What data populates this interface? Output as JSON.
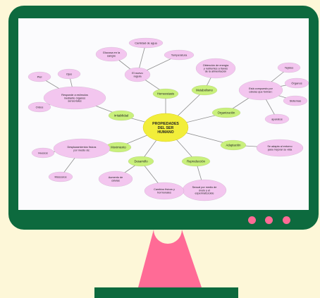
{
  "diagram": {
    "center": {
      "lines": [
        "PROPIEDADES",
        "DEL SER",
        "HUMANO"
      ]
    },
    "nodes": {
      "homeostasis": [
        "Homeostasis"
      ],
      "metabolismo": [
        "Metabolismo"
      ],
      "organizacion": [
        "Organización"
      ],
      "adaptacion": [
        "Adaptación"
      ],
      "reproduccion": [
        "Reproducción"
      ],
      "desarrollo": [
        "Desarrollo"
      ],
      "movimiento": [
        "Movimiento"
      ],
      "irritabilidad": [
        "Irritabilidad"
      ],
      "el_nuevo_regula": [
        "El nuevo",
        "regula"
      ],
      "cantidad_agua": [
        "Cantidad de agua"
      ],
      "glucosa": [
        "Glucosa en la",
        "sangre"
      ],
      "temperatura": [
        "Temperatura"
      ],
      "obtencion": [
        "Obtención de energía",
        "y nutrientes a través",
        "de la alimentación"
      ],
      "compuesto": [
        "Está compuesto por",
        "células que forman:"
      ],
      "tejidos": [
        "Tejidos"
      ],
      "organos": [
        "Órganos"
      ],
      "sistemas": [
        "Sistemas"
      ],
      "aparatos": [
        "aparatos"
      ],
      "adapta": [
        "Se adapta al entorno",
        "para mejorar su vida"
      ],
      "sexual": [
        "Sexual por medio de",
        "óvulo y el",
        "espermatozoide"
      ],
      "cambios": [
        "Cambios físicos y",
        "hormonales"
      ],
      "aumento": [
        "Aumento de",
        "células"
      ],
      "desplazamientos": [
        "Desplazamientos físicos",
        "por medio de:"
      ],
      "huesos": [
        "Huesos"
      ],
      "musculos": [
        "Músculos"
      ],
      "responde": [
        "Responde a estímulos",
        "mediante órganos",
        "sensoriales"
      ],
      "piel": [
        "Piel"
      ],
      "ojos": [
        "Ojos"
      ],
      "oidos": [
        "Oídos"
      ]
    }
  },
  "colors": {
    "monitor": "#0d6a3e",
    "stand": "#ff6b96",
    "center_node": "#f2ee3a",
    "green_node": "#c9f07c",
    "pink_node": "#f3c6ef",
    "link": "#8e8e8e"
  }
}
